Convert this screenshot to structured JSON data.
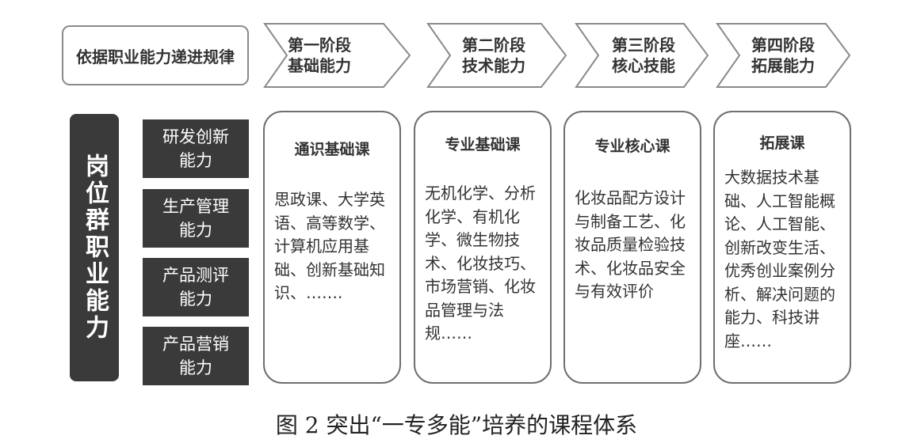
{
  "header": {
    "label": "依据职业能力递进规律"
  },
  "stages": [
    {
      "line1": "第一阶段",
      "line2": "基础能力"
    },
    {
      "line1": "第二阶段",
      "line2": "技术能力"
    },
    {
      "line1": "第三阶段",
      "line2": "核心技能"
    },
    {
      "line1": "第四阶段",
      "line2": "拓展能力"
    }
  ],
  "side_label": "岗位群职业能力",
  "abilities": [
    {
      "label": "研发创新能力"
    },
    {
      "label": "生产管理能力"
    },
    {
      "label": "产品测评能力"
    },
    {
      "label": "产品营销能力"
    }
  ],
  "courses": [
    {
      "title": "通识基础课",
      "body": "思政课、大学英语、高等数学、计算机应用基础、创新基础知识、……."
    },
    {
      "title": "专业基础课",
      "body": "无机化学、分析化学、有机化学、微生物技术、化妆技巧、市场营销、化妆品管理与法规……"
    },
    {
      "title": "专业核心课",
      "body": "化妆品配方设计与制备工艺、化妆品质量检验技术、化妆品安全与有效评价"
    },
    {
      "title": "拓展课",
      "body": "大数据技术基础、人工智能概论、人工智能、创新改变生活、优秀创业案例分析、解决问题的能力、科技讲座……"
    }
  ],
  "caption": "图 2  突出“一专多能”培养的课程体系",
  "colors": {
    "dark_fill": "#3a3a3a",
    "border": "#8a8a8a"
  }
}
